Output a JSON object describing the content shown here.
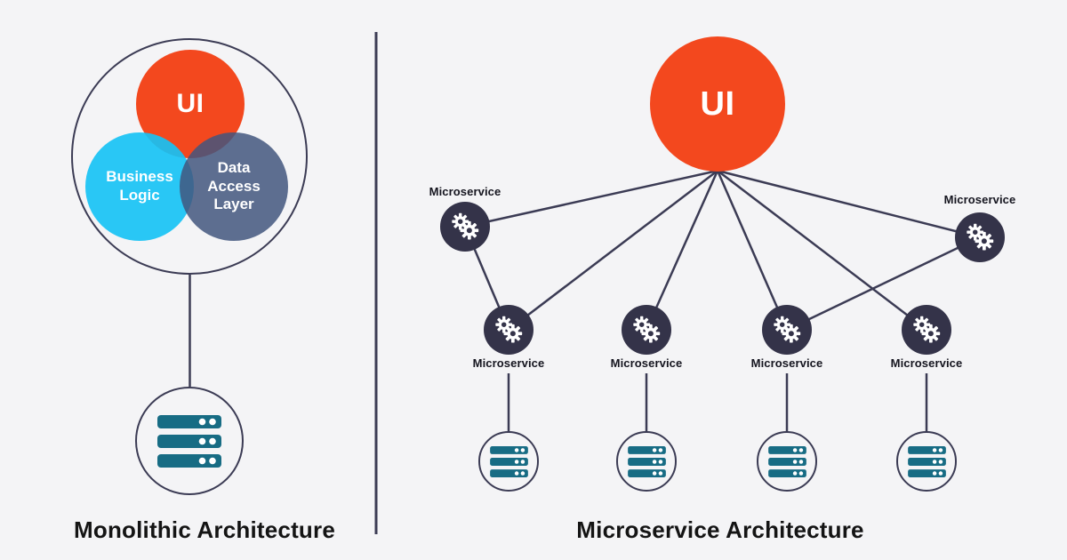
{
  "page": {
    "background_color": "#f4f4f6",
    "divider": true
  },
  "colors": {
    "orange": "#f3481e",
    "cyan": "#29c6f4",
    "slate": "#5d6e90",
    "node_navy": "#343349",
    "line_navy": "#3b3b54",
    "server_teal": "#176c84",
    "title_text": "#141414"
  },
  "left": {
    "title": "Monolithic Architecture",
    "ui_circle": {
      "label": "UI"
    },
    "business_circle": {
      "label": "Business Logic"
    },
    "data_access_circle": {
      "label": "Data Access Layer"
    },
    "database_icon": "server-stack-icon"
  },
  "right": {
    "title": "Microservice Architecture",
    "ui_circle": {
      "label": "UI"
    },
    "microservices": [
      {
        "label": "Microservice"
      },
      {
        "label": "Microservice"
      },
      {
        "label": "Microservice"
      },
      {
        "label": "Microservice"
      },
      {
        "label": "Microservice"
      },
      {
        "label": "Microservice"
      }
    ],
    "gears_icon": "gears-icon",
    "database_icon": "server-stack-icon"
  }
}
